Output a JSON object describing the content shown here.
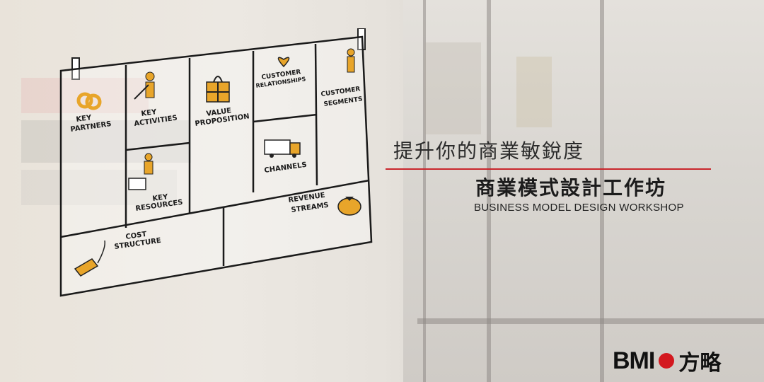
{
  "headline": "提升你的商業敏銳度",
  "subheadline": "商業模式設計工作坊",
  "english_title": "BUSINESS MODEL DESIGN WORKSHOP",
  "logo": {
    "bmi": "BMI",
    "chinese": "方略",
    "accent_color": "#d3181f"
  },
  "canvas": {
    "key_partners": [
      "KEY",
      "PARTNERS"
    ],
    "key_activities": [
      "KEY",
      "ACTIVITIES"
    ],
    "value_proposition": [
      "VALUE",
      "PROPOSITION"
    ],
    "customer_relationships": [
      "CUSTOMER",
      "RELATIONSHIPS"
    ],
    "customer_segments": [
      "CUSTOMER",
      "SEGMENTS"
    ],
    "channels": "CHANNELS",
    "key_resources": [
      "KEY",
      "RESOURCES"
    ],
    "revenue_streams": [
      "REVENUE",
      "STREAMS"
    ],
    "cost_structure": [
      "COST",
      "STRUCTURE"
    ]
  },
  "colors": {
    "accent": "#c9262c",
    "icon_gold": "#e8a52a",
    "ink": "#1a1a1a"
  },
  "icons": [
    "rings-icon",
    "shovel-worker-icon",
    "gift-box-icon",
    "heart-pin-icon",
    "person-icon",
    "truck-icon",
    "box-worker-icon",
    "money-bag-icon",
    "price-tag-icon"
  ]
}
